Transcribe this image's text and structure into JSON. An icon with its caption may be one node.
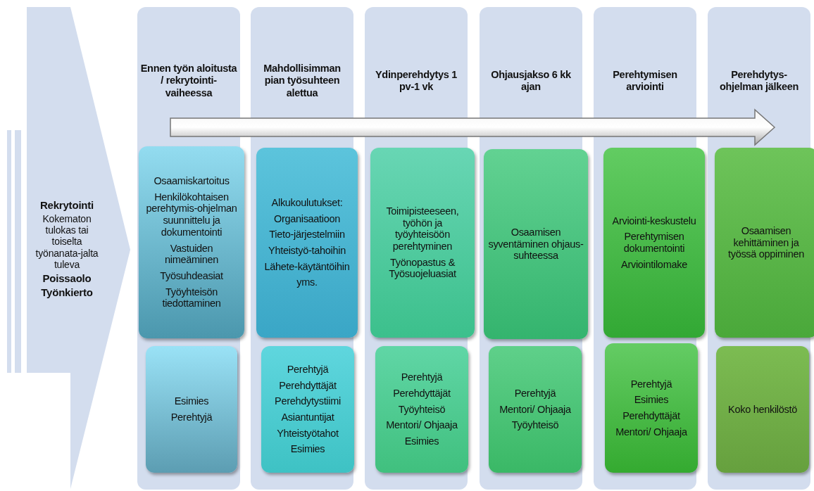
{
  "diagram": {
    "nodes": [
      {
        "text": [
          "Rekrytointi",
          "Kokematon tulokas tai toiselta työnanata-jalta tuleva",
          "Poissaolo",
          "Työnkierto"
        ]
      },
      {
        "text": [
          "Ennen työn aloitusta / rekrytointi-vaiheessa"
        ]
      },
      {
        "text": [
          "Osaamiskartoitus",
          "Henkilökohtaisen perehtymis-ohjelman suunnittelu ja dokumentointi",
          "Vastuiden nimeäminen",
          "Työsuhdeasiat",
          "Työyhteisön tiedottaminen"
        ],
        "in": 1
      },
      {
        "text": [
          "Esimies",
          "Perehtyjä"
        ],
        "in": 1
      },
      {
        "text": [
          "Mahdollisimman pian työsuhteen alettua"
        ]
      },
      {
        "text": [
          "Alkukoulutukset:",
          "Organisaatioon",
          "Tieto-järjestelmiin",
          "Yhteistyö-tahoihin",
          "Lähete-käytäntöihin",
          "yms."
        ],
        "in": 4
      },
      {
        "text": [
          "Perehtyjä",
          "Perehdyttäjät",
          "Perehdytystiimi",
          "Asiantuntijat",
          "Yhteistyötahot",
          "Esimies"
        ],
        "in": 4
      },
      {
        "text": [
          "Ydinperehdytys 1 pv-1 vk"
        ]
      },
      {
        "text": [
          "Toimipisteeseen, työhön ja työyhteisöön perehtyminen",
          "Työnopastus & Työsuojeluasiat"
        ],
        "in": 7
      },
      {
        "text": [
          "Perehtyjä",
          "Perehdyttäjät",
          "Työyhteisö",
          "Mentori/ Ohjaaja",
          "Esimies"
        ],
        "in": 7
      },
      {
        "text": [
          "Ohjausjakso 6 kk ajan"
        ]
      },
      {
        "text": [
          "Osaamisen syventäminen ohjaus-suhteessa"
        ],
        "in": 10
      },
      {
        "text": [
          "Perehtyjä",
          "Mentori/ Ohjaaja",
          "Työyhteisö"
        ],
        "in": 10
      },
      {
        "text": [
          "Perehtymisen arviointi"
        ]
      },
      {
        "text": [
          "Arviointi-keskustelu",
          "Perehtymisen dokumentointi",
          "Arviointilomake"
        ],
        "in": 13
      },
      {
        "text": [
          "Perehtyjä",
          "Esimies",
          "Perehdyttäjät",
          "Mentori/ Ohjaaja"
        ],
        "in": 13
      },
      {
        "text": [
          "Perehdytys-ohjelman jälkeen"
        ]
      },
      {
        "text": [
          "Osaamisen kehittäminen ja työssä oppiminen"
        ],
        "in": 16
      },
      {
        "text": [
          "Koko henkilöstö"
        ],
        "in": 16
      }
    ],
    "edges": []
  }
}
